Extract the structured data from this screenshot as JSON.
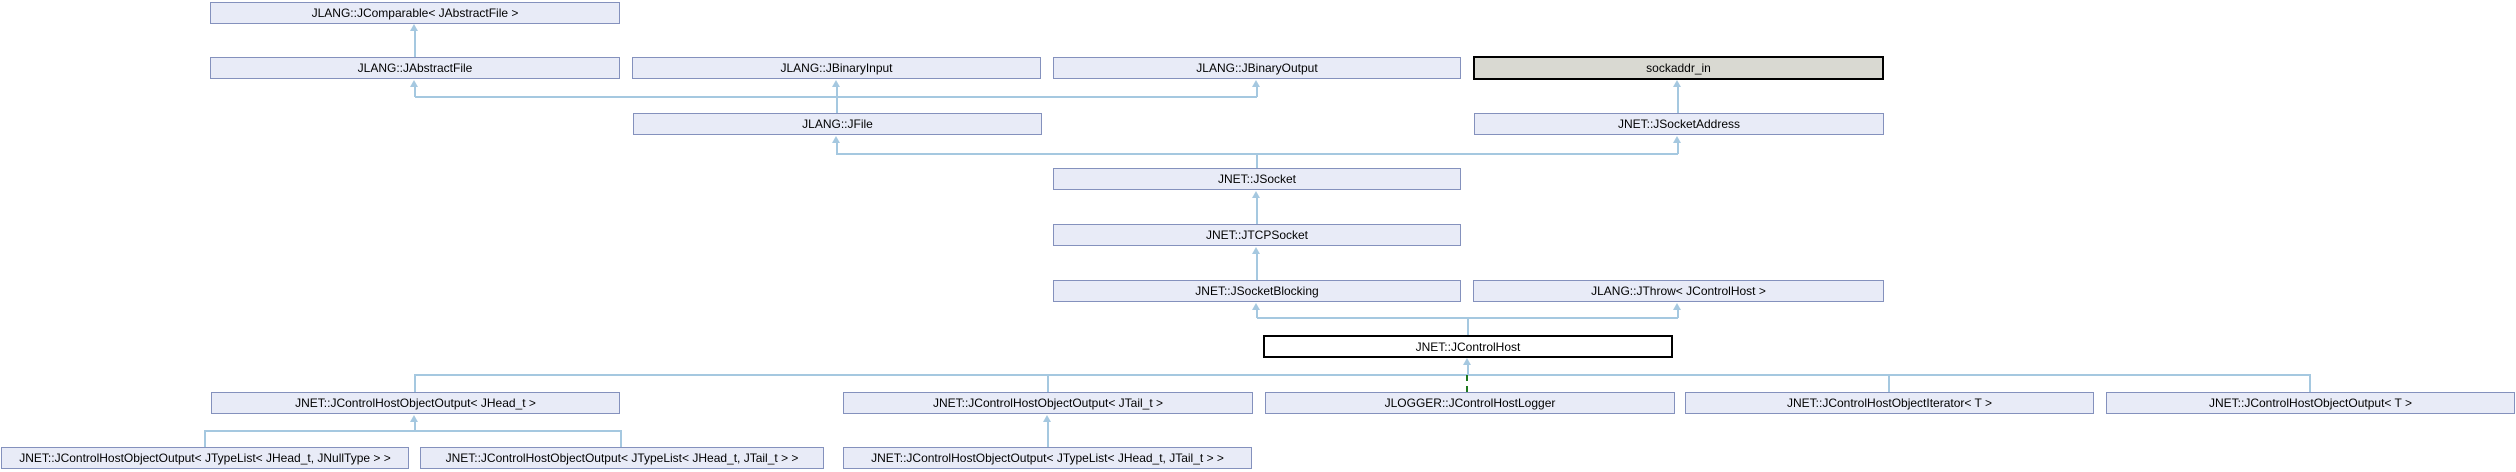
{
  "diagram": {
    "kind": "class-inheritance-graph",
    "colors": {
      "node_fill": "#e8ebf7",
      "node_border": "#8491bd",
      "undocumented_fill": "#d9d9d2",
      "undocumented_border": "#000000",
      "focus_fill": "#ffffff",
      "focus_border": "#000000",
      "edge": "#a5c8e0",
      "private_inheritance_edge": "#1e781e",
      "text": "#000000",
      "background": "#ffffff"
    },
    "nodes": [
      {
        "label": "JLANG::JComparable< JAbstractFile >",
        "kind": "linked-class"
      },
      {
        "label": "JLANG::JAbstractFile",
        "kind": "linked-class"
      },
      {
        "label": "JLANG::JBinaryInput",
        "kind": "linked-class"
      },
      {
        "label": "JLANG::JBinaryOutput",
        "kind": "linked-class"
      },
      {
        "label": "sockaddr_in",
        "kind": "undocumented-struct"
      },
      {
        "label": "JLANG::JFile",
        "kind": "linked-class"
      },
      {
        "label": "JNET::JSocketAddress",
        "kind": "linked-class"
      },
      {
        "label": "JNET::JSocket",
        "kind": "linked-class"
      },
      {
        "label": "JNET::JTCPSocket",
        "kind": "linked-class"
      },
      {
        "label": "JNET::JSocketBlocking",
        "kind": "linked-class"
      },
      {
        "label": "JLANG::JThrow< JControlHost >",
        "kind": "linked-class"
      },
      {
        "label": "JNET::JControlHost",
        "kind": "current-class"
      },
      {
        "label": "JNET::JControlHostObjectOutput< JHead_t >",
        "kind": "linked-class"
      },
      {
        "label": "JNET::JControlHostObjectOutput< JTail_t >",
        "kind": "linked-class"
      },
      {
        "label": "JLOGGER::JControlHostLogger",
        "kind": "linked-class"
      },
      {
        "label": "JNET::JControlHostObjectIterator< T >",
        "kind": "linked-class"
      },
      {
        "label": "JNET::JControlHostObjectOutput< T >",
        "kind": "linked-class"
      },
      {
        "label": "JNET::JControlHostObjectOutput< JTypeList< JHead_t, JNullType > >",
        "kind": "linked-class"
      },
      {
        "label": "JNET::JControlHostObjectOutput< JTypeList< JHead_t, JTail_t > >",
        "kind": "linked-class"
      },
      {
        "label": "JNET::JControlHostObjectOutput< JTypeList< JHead_t, JTail_t > >",
        "kind": "linked-class"
      }
    ],
    "edges": [
      {
        "child": "JLANG::JAbstractFile",
        "parent": "JLANG::JComparable< JAbstractFile >",
        "style": "public"
      },
      {
        "child": "JLANG::JFile",
        "parent": "JLANG::JAbstractFile",
        "style": "public"
      },
      {
        "child": "JLANG::JFile",
        "parent": "JLANG::JBinaryInput",
        "style": "public"
      },
      {
        "child": "JLANG::JFile",
        "parent": "JLANG::JBinaryOutput",
        "style": "public"
      },
      {
        "child": "JNET::JSocketAddress",
        "parent": "sockaddr_in",
        "style": "public"
      },
      {
        "child": "JNET::JSocket",
        "parent": "JLANG::JFile",
        "style": "public"
      },
      {
        "child": "JNET::JSocket",
        "parent": "JNET::JSocketAddress",
        "style": "public"
      },
      {
        "child": "JNET::JTCPSocket",
        "parent": "JNET::JSocket",
        "style": "public"
      },
      {
        "child": "JNET::JSocketBlocking",
        "parent": "JNET::JTCPSocket",
        "style": "public"
      },
      {
        "child": "JNET::JControlHost",
        "parent": "JNET::JSocketBlocking",
        "style": "public"
      },
      {
        "child": "JNET::JControlHost",
        "parent": "JLANG::JThrow< JControlHost >",
        "style": "public"
      },
      {
        "child": "JNET::JControlHostObjectOutput< JHead_t >",
        "parent": "JNET::JControlHost",
        "style": "public"
      },
      {
        "child": "JNET::JControlHostObjectOutput< JTail_t >",
        "parent": "JNET::JControlHost",
        "style": "public"
      },
      {
        "child": "JLOGGER::JControlHostLogger",
        "parent": "JNET::JControlHost",
        "style": "private-dashed"
      },
      {
        "child": "JNET::JControlHostObjectIterator< T >",
        "parent": "JNET::JControlHost",
        "style": "public"
      },
      {
        "child": "JNET::JControlHostObjectOutput< T >",
        "parent": "JNET::JControlHost",
        "style": "public"
      },
      {
        "child": "JNET::JControlHostObjectOutput< JTypeList< JHead_t, JNullType > >",
        "parent": "JNET::JControlHostObjectOutput< JHead_t >",
        "style": "public"
      },
      {
        "child": "JNET::JControlHostObjectOutput< JTypeList< JHead_t, JTail_t > >",
        "parent": "JNET::JControlHostObjectOutput< JHead_t >",
        "style": "public"
      },
      {
        "child": "JNET::JControlHostObjectOutput< JTypeList< JHead_t, JTail_t > >",
        "parent": "JNET::JControlHostObjectOutput< JTail_t >",
        "style": "public"
      }
    ]
  }
}
